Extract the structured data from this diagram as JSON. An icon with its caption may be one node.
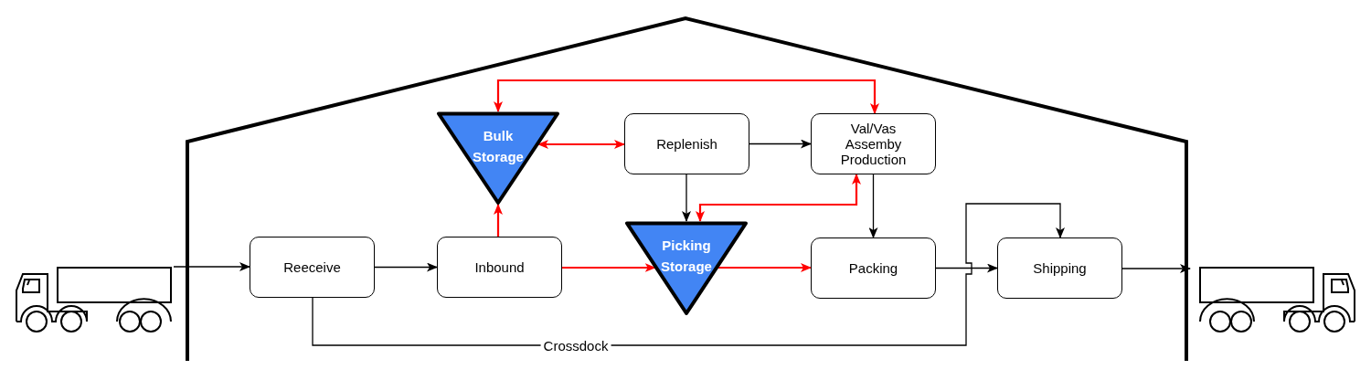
{
  "diagram": {
    "nodes": [
      {
        "text": [],
        "shape": "truck"
      },
      {
        "text": [
          "Reeceive"
        ]
      },
      {
        "text": [
          "Inbound"
        ]
      },
      {
        "text": [
          "Bulk Storage"
        ]
      },
      {
        "text": [
          "Replenish"
        ]
      },
      {
        "text": [
          "Val/Vas Assemby Production"
        ]
      },
      {
        "text": [
          "Picking Storage"
        ]
      },
      {
        "text": [
          "Packing"
        ]
      },
      {
        "text": [
          "Shipping"
        ]
      },
      {
        "text": [],
        "shape": "truck"
      }
    ],
    "edges": [
      {
        "from": 0,
        "to": 1,
        "arrow": "to"
      },
      {
        "from": 1,
        "to": 2,
        "arrow": "to"
      },
      {
        "from": 2,
        "to": 3,
        "arrow": "to",
        "color": "#ff0000"
      },
      {
        "from": 2,
        "to": 6,
        "arrow": "to",
        "color": "#ff0000"
      },
      {
        "from": 3,
        "to": 4,
        "arrow": "both",
        "color": "#ff0000"
      },
      {
        "from": 3,
        "to": 5,
        "arrow": "both",
        "color": "#ff0000"
      },
      {
        "from": 4,
        "to": 5,
        "arrow": "to"
      },
      {
        "from": 4,
        "to": 6,
        "arrow": "to"
      },
      {
        "from": 6,
        "to": 5,
        "arrow": "both",
        "color": "#ff0000"
      },
      {
        "from": 6,
        "to": 7,
        "arrow": "to",
        "color": "#ff0000"
      },
      {
        "from": 5,
        "to": 7,
        "arrow": "to"
      },
      {
        "from": 7,
        "to": 8,
        "arrow": "to"
      },
      {
        "from": 1,
        "to": 8,
        "arrow": "to",
        "label": "Crossdock"
      },
      {
        "from": 8,
        "to": 9,
        "arrow": "to"
      }
    ]
  }
}
